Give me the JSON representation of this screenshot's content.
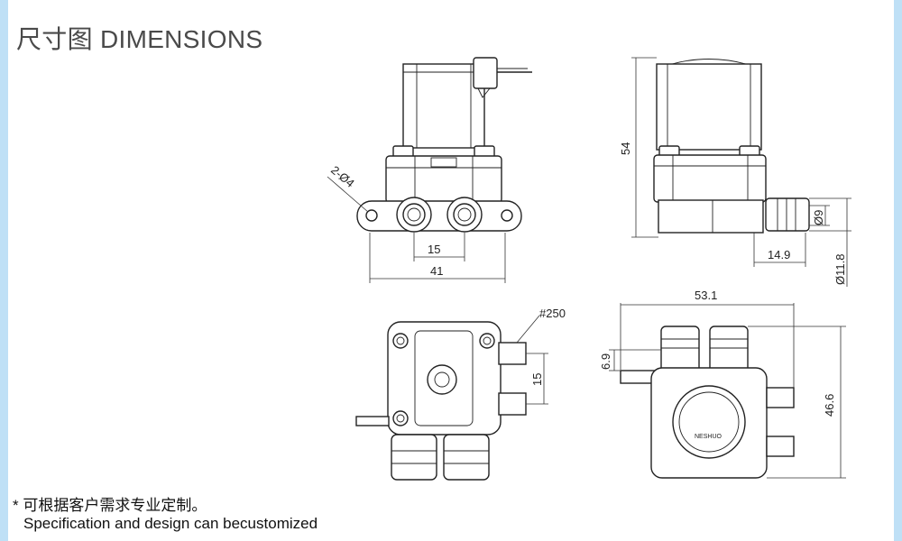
{
  "header": {
    "title": "尺寸图 DIMENSIONS"
  },
  "notes": {
    "line1": "* 可根据客户需求专业定制。",
    "line2": "Specification and design can becustomized"
  },
  "dimensions": {
    "holes": "2-Ø4",
    "spacing": "15",
    "width": "41",
    "height": "54",
    "port_inner": "Ø9",
    "port_len": "14.9",
    "port_outer": "Ø11.8",
    "terminal": "#250",
    "terminal_pitch": "15",
    "overall_w": "53.1",
    "offset": "6.9",
    "overall_h": "46.6"
  },
  "colors": {
    "edge": "#bfe0f6",
    "ink": "#222222"
  }
}
